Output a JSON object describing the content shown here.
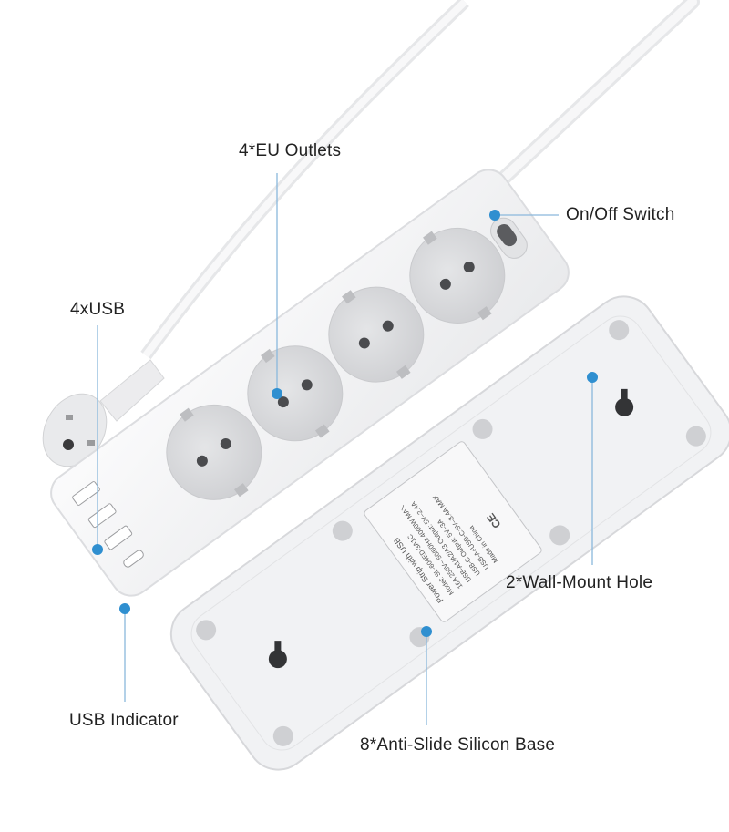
{
  "callouts": {
    "outlets": "4*EU Outlets",
    "switch": "On/Off Switch",
    "usb": "4xUSB",
    "usb_indicator": "USB Indicator",
    "wall_mount": "2*Wall-Mount Hole",
    "anti_slide": "8*Anti-Slide Silicon Base"
  },
  "product_label": {
    "lines": [
      "Power Strip with USB",
      "Model: SL-604ED-3A1C",
      "16A 250V~ 50/60Hz 4000W MAX",
      "USB-A1/A2/A3 Output: 5V–2.4A",
      "USB-C Output: 5V–3A",
      "USB-A+USB-C:5V–3.4A MAX",
      "Made in China"
    ],
    "ce_mark": "CE"
  },
  "colors": {
    "marker": "#2f8fd0",
    "leader_line": "#8ab8dc",
    "strip": "#f2f3f4",
    "socket": "#d9dadc"
  }
}
